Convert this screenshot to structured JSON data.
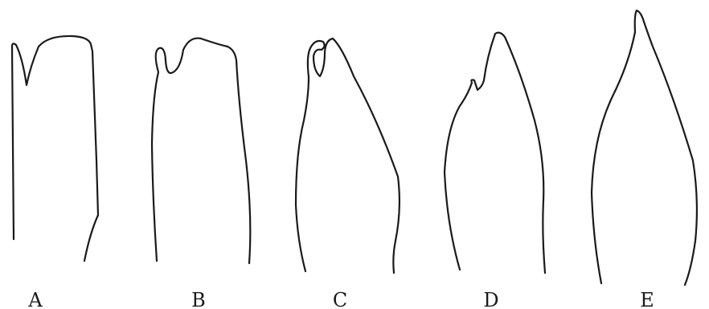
{
  "figure": {
    "panels": [
      {
        "id": "A",
        "label": "A"
      },
      {
        "id": "B",
        "label": "B"
      },
      {
        "id": "C",
        "label": "C"
      },
      {
        "id": "D",
        "label": "D"
      },
      {
        "id": "E",
        "label": "E"
      }
    ],
    "colors": {
      "ink": "#1a1a1a",
      "background": "#ffffff"
    }
  }
}
